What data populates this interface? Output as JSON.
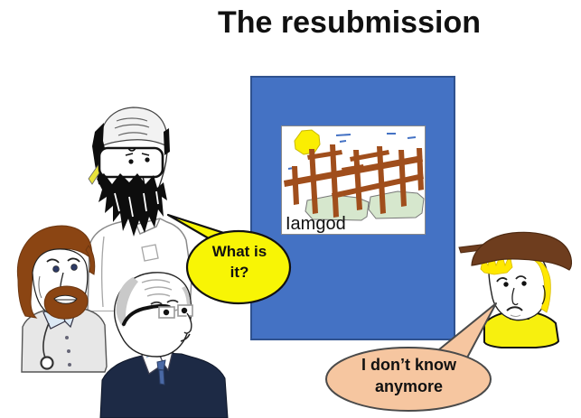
{
  "title": "The resubmission",
  "poster": {
    "artwork_label": "Iamgod",
    "background": "#4472C4",
    "border": "#2F528F"
  },
  "artwork": {
    "canvas": "#FFFFFF",
    "sun": "#FAEE02",
    "fence": "#A04E1C",
    "ground": "#D6E7CD",
    "sky_marks": "#4472C4"
  },
  "bubbles": {
    "committee": {
      "text": "What is\nit?",
      "fill": "#F8F505",
      "stroke": "#111111"
    },
    "student": {
      "text": "I don’t know\nanymore",
      "fill": "#F6C6A0",
      "stroke": "#4A4A4A"
    }
  },
  "characters": {
    "reviewer_goggles": {
      "hair": "#F2F2F2",
      "beard": "#0D0D0D",
      "goggle_strap": "#E8E33A",
      "shirt": "#FFFFFF"
    },
    "reviewer_beard": {
      "hair": "#8B4513",
      "shirt": "#E7E7E7",
      "collar": "#DCE9F5",
      "eyes": "#2D3A64"
    },
    "reviewer_bald": {
      "hair": "#C9C9C9",
      "sweater": "#1D2A45",
      "tie": "#4A69A5"
    },
    "student": {
      "cap": "#6E3D1E",
      "hair": "#FFE800",
      "shirt": "#F7F00E"
    }
  }
}
